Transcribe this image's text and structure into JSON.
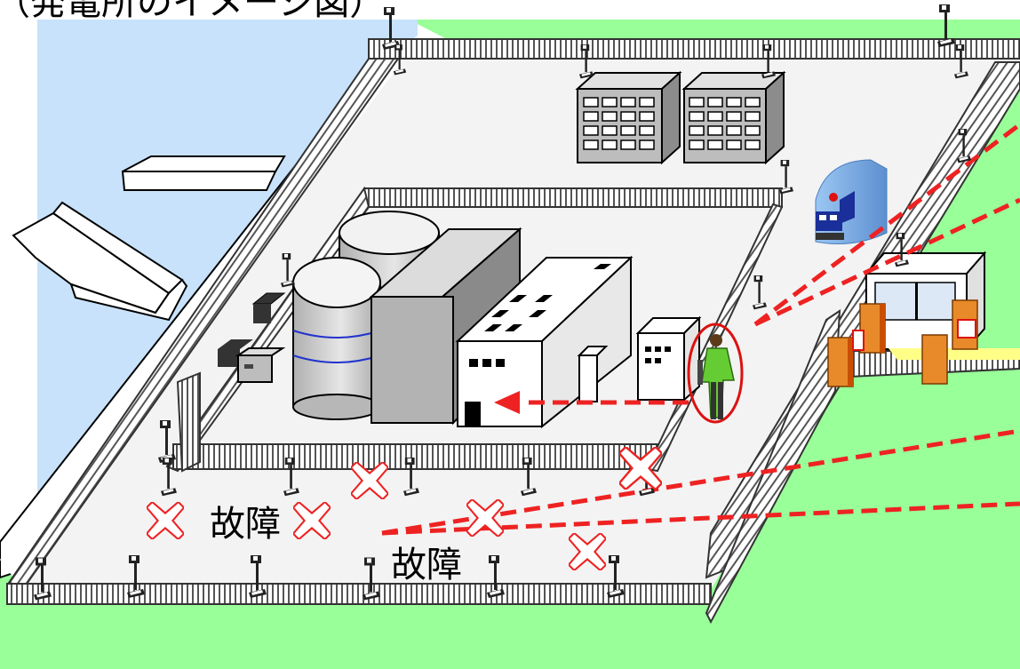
{
  "title": "（発電所のイメージ図）",
  "fault_label_1": "故障",
  "fault_label_2": "故障",
  "colors": {
    "sea": "#c8e2fb",
    "grass": "#99ff99",
    "ground": "#f3f3f3",
    "fence": "#555555",
    "alert_red": "#ee2222",
    "guard_green": "#66cc33",
    "gate_orange": "#e88a2a",
    "building_gray": "#bdbdbd"
  },
  "icons": [
    "intrusion-sensor-icon",
    "fault-x-icon",
    "security-vehicle-icon",
    "security-guard-icon",
    "entry-gate-icon"
  ]
}
